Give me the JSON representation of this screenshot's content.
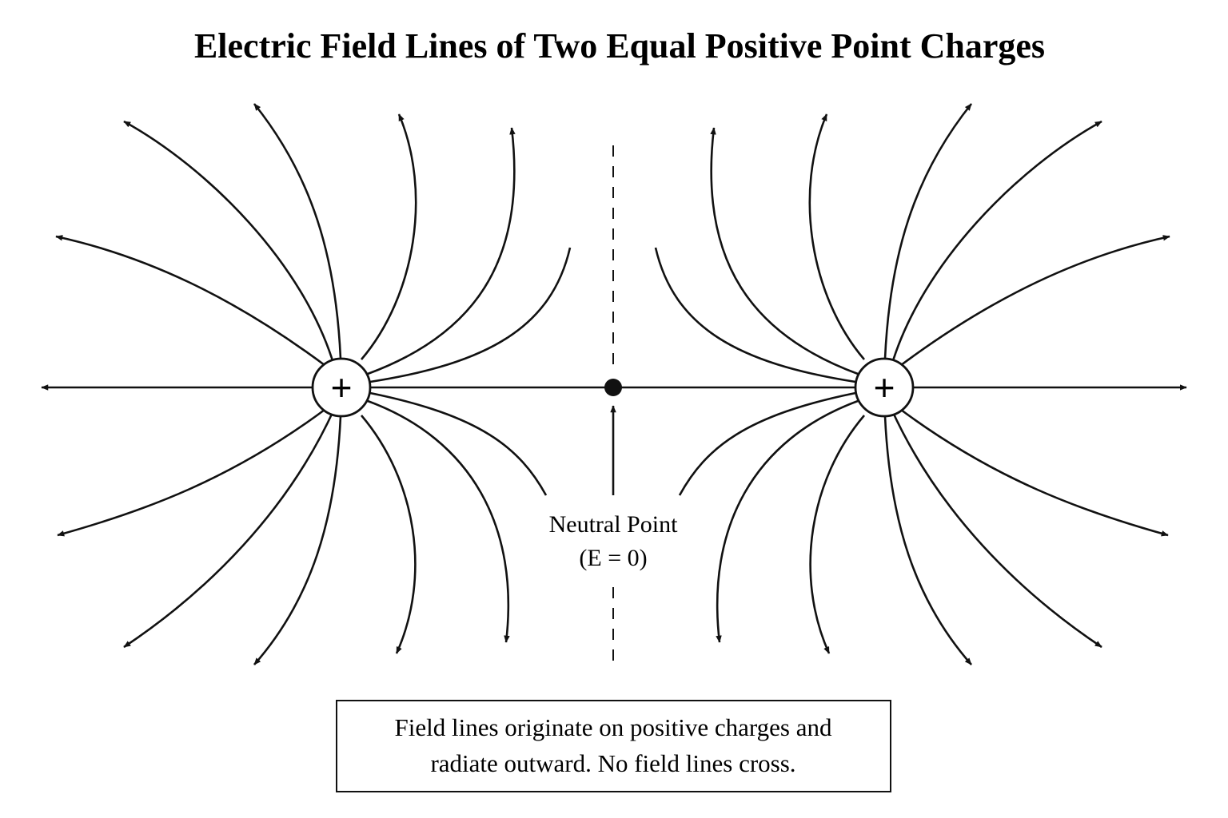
{
  "title": "Electric Field Lines of Two Equal Positive Point Charges",
  "charges": [
    {
      "id": "left",
      "sign": "+"
    },
    {
      "id": "right",
      "sign": "+"
    }
  ],
  "neutral_point": {
    "label": "Neutral Point",
    "sublabel": "(E = 0)"
  },
  "note": {
    "line1": "Field lines originate on positive charges and",
    "line2": "radiate outward.  No field lines cross."
  },
  "colors": {
    "ink": "#111111",
    "background": "#ffffff"
  }
}
